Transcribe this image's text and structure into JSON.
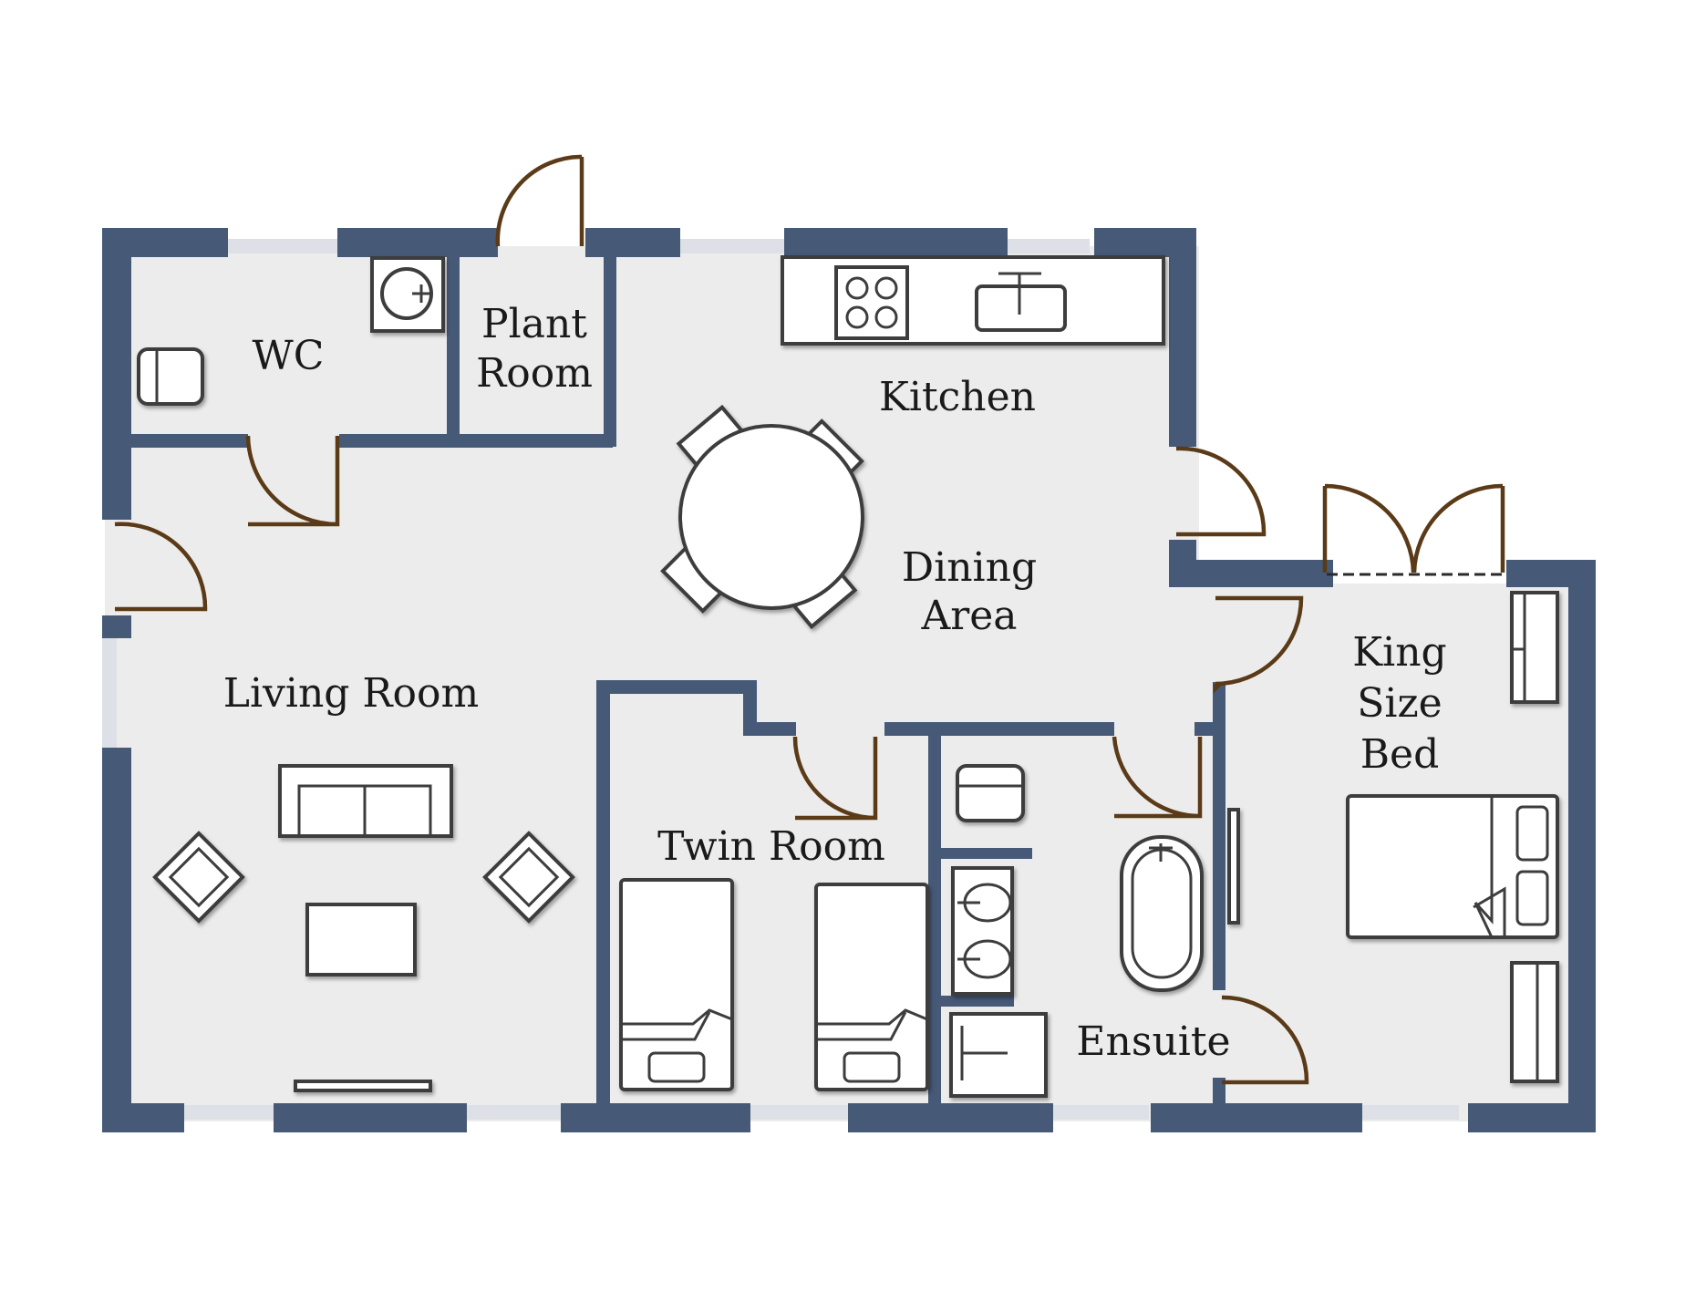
{
  "rooms": {
    "wc": "WC",
    "plant_room": [
      "Plant",
      "Room"
    ],
    "kitchen": "Kitchen",
    "dining_area": [
      "Dining",
      "Area"
    ],
    "living_room": "Living Room",
    "twin_room": "Twin Room",
    "ensuite": "Ensuite",
    "king_size_bed": [
      "King",
      "Size",
      "Bed"
    ]
  },
  "colors": {
    "wall": "#465a78",
    "floor": "#ececec",
    "door": "#5a3a17",
    "window": "#dde0e6",
    "furniture_outline": "#3d3d3d"
  }
}
